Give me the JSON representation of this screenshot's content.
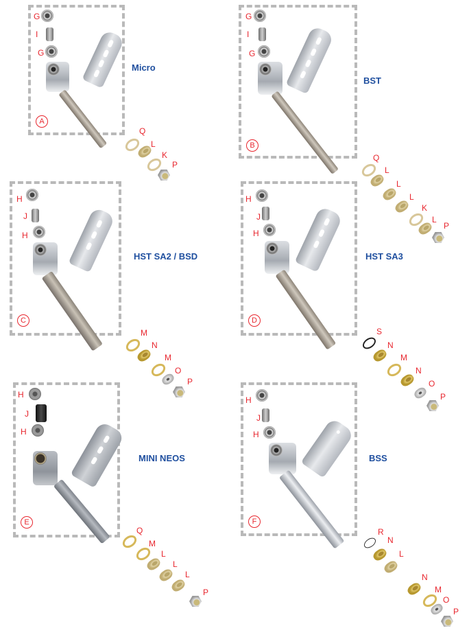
{
  "colors": {
    "title_blue": "#1f4f9f",
    "label_red": "#e8262e",
    "dash_gray": "#b9b9b9"
  },
  "panels": [
    {
      "id": "A",
      "model": "Micro",
      "upper_parts": [
        "G",
        "I",
        "G"
      ],
      "lower_parts": [
        "Q",
        "L",
        "K",
        "P"
      ]
    },
    {
      "id": "B",
      "model": "BST",
      "upper_parts": [
        "G",
        "I",
        "G"
      ],
      "lower_parts": [
        "Q",
        "L",
        "L",
        "L",
        "K",
        "L",
        "P"
      ]
    },
    {
      "id": "C",
      "model": "HST SA2 / BSD",
      "upper_parts": [
        "H",
        "J",
        "H"
      ],
      "lower_parts": [
        "M",
        "N",
        "M",
        "O",
        "P"
      ]
    },
    {
      "id": "D",
      "model": "HST SA3",
      "upper_parts": [
        "H",
        "J",
        "H"
      ],
      "lower_parts": [
        "S",
        "N",
        "M",
        "N",
        "O",
        "P"
      ]
    },
    {
      "id": "E",
      "model": "MINI NEOS",
      "upper_parts": [
        "H",
        "J",
        "H"
      ],
      "lower_parts": [
        "Q",
        "M",
        "L",
        "L",
        "L",
        "P"
      ]
    },
    {
      "id": "F",
      "model": "BSS",
      "upper_parts": [
        "H",
        "J",
        "H"
      ],
      "lower_parts": [
        "R",
        "N",
        "L",
        "N",
        "M",
        "O",
        "P"
      ]
    }
  ]
}
